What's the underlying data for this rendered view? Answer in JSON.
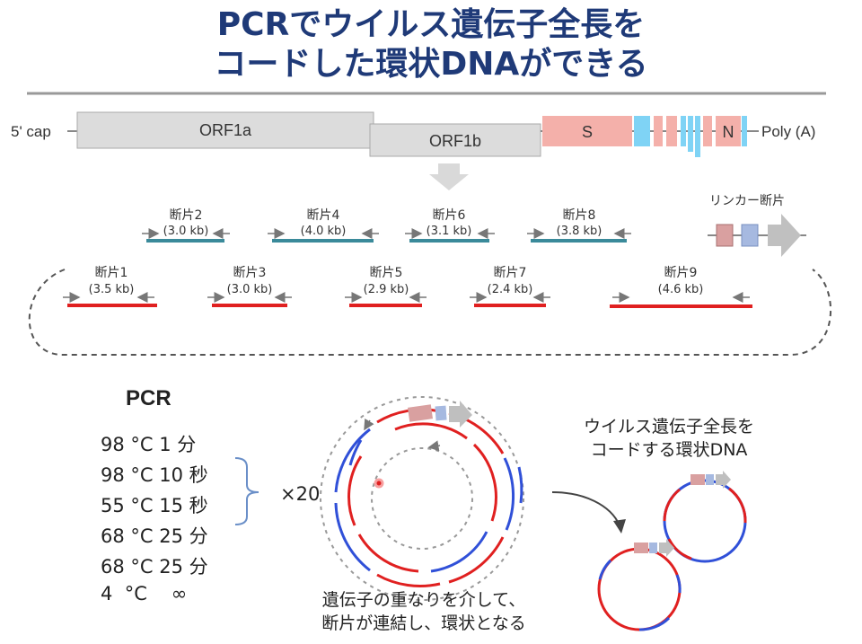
{
  "title": {
    "line1": "PCRでウイルス遺伝子全長を",
    "line2": "コードした環状DNAができる"
  },
  "genome": {
    "five_prime": "5' cap",
    "orf1a": "ORF1a",
    "orf1b": "ORF1b",
    "s": "S",
    "n": "N",
    "poly_a": "Poly (A)"
  },
  "fragments": [
    {
      "id": 1,
      "label": "断片1",
      "size": "(3.5 kb)"
    },
    {
      "id": 2,
      "label": "断片2",
      "size": "(3.0 kb)"
    },
    {
      "id": 3,
      "label": "断片3",
      "size": "(3.0 kb)"
    },
    {
      "id": 4,
      "label": "断片4",
      "size": "(4.0 kb)"
    },
    {
      "id": 5,
      "label": "断片5",
      "size": "(2.9 kb)"
    },
    {
      "id": 6,
      "label": "断片6",
      "size": "(3.1 kb)"
    },
    {
      "id": 7,
      "label": "断片7",
      "size": "(2.4 kb)"
    },
    {
      "id": 8,
      "label": "断片8",
      "size": "(3.8 kb)"
    },
    {
      "id": 9,
      "label": "断片9",
      "size": "(4.6 kb)"
    }
  ],
  "linker": {
    "label": "リンカー断片"
  },
  "pcr": {
    "title": "PCR",
    "steps": [
      "98 °C 1 分",
      "98 °C 10 秒",
      "55 °C 15 秒",
      "68 °C 25 分",
      "68 °C 25 分",
      "4  °C    ∞"
    ],
    "cycles": "×20"
  },
  "captions": {
    "overlap_line1": "遺伝子の重なりを介して、",
    "overlap_line2": "断片が連結し、環状となる",
    "result_line1": "ウイルス遺伝子全長を",
    "result_line2": "コードする環状DNA"
  },
  "colors": {
    "title": "#1f3a78",
    "red": "#e02020",
    "teal": "#3a8a9a",
    "blue": "#3050d8",
    "s_gene": "#f4b0aa",
    "cyan_gene": "#7fd3f5",
    "orf": "#dcdcdc"
  }
}
